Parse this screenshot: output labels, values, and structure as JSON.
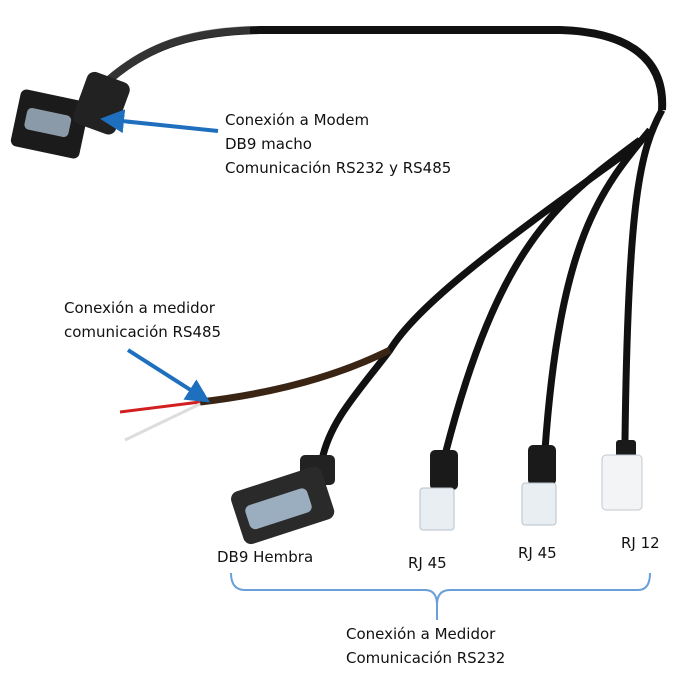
{
  "modem_callout": {
    "line1": "Conexión a Modem",
    "line2": "DB9 macho",
    "line3": "Comunicación RS232 y RS485"
  },
  "rs485_callout": {
    "line1": "Conexión a medidor",
    "line2": "comunicación RS485"
  },
  "connectors": [
    {
      "label": "DB9 Hembra"
    },
    {
      "label": "RJ 45"
    },
    {
      "label": "RJ 45"
    },
    {
      "label": "RJ 12"
    }
  ],
  "meter_callout": {
    "line1": "Conexión a Medidor",
    "line2": "Comunicación RS232"
  },
  "colors": {
    "arrow": "#1f6fbf",
    "bracket": "#6a9fd8",
    "cable": "#111111",
    "wire_red": "#d22020",
    "wire_brown": "#3a2414"
  }
}
